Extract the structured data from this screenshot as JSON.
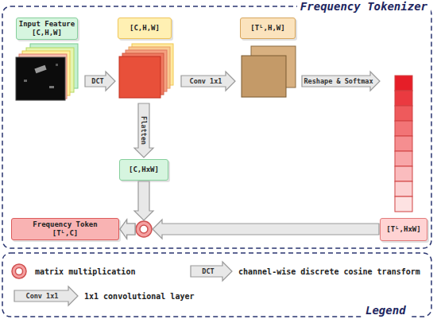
{
  "diagram": {
    "title": "Frequency Tokenizer",
    "nodes": [
      {
        "text": [
          "Input Feature [C,H,W]"
        ]
      },
      {
        "text": [
          "[C,H,W]"
        ]
      },
      {
        "text": [
          "[Tᴸ,H,W]"
        ]
      },
      {
        "text": [
          "[C,HxW]"
        ]
      },
      {
        "text": [
          "Frequency Token [Tᴸ,C]"
        ]
      },
      {
        "text": [
          "[Tᴸ,HxW]"
        ]
      }
    ],
    "edges": [
      {
        "from": 0,
        "to": 1,
        "label": "DCT",
        "arrow": "to"
      },
      {
        "from": 1,
        "to": 2,
        "label": "Conv 1x1",
        "arrow": "to"
      },
      {
        "from": 2,
        "to": 5,
        "label": "Reshape & Softmax",
        "arrow": "to"
      },
      {
        "from": 1,
        "to": 3,
        "label": "Flatten",
        "arrow": "to"
      },
      {
        "from": 3,
        "to": 4,
        "arrow": "to"
      },
      {
        "from": 5,
        "to": 4,
        "arrow": "to"
      }
    ],
    "labels": [
      "DCT",
      "Conv 1x1",
      "Legend"
    ],
    "legend": [
      {
        "text": "matrix multiplication"
      },
      {
        "text": "channel-wise discrete cosine transform"
      },
      {
        "text": "1x1 convolutional layer"
      }
    ]
  }
}
